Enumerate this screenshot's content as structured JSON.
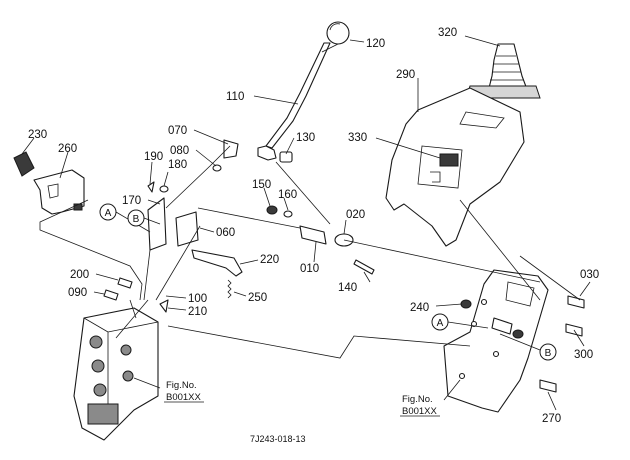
{
  "labels": {
    "p120": "120",
    "p320": "320",
    "p290": "290",
    "p110": "110",
    "p330": "330",
    "p230": "230",
    "p260": "260",
    "p070": "070",
    "p080": "080",
    "p130": "130",
    "p190": "190",
    "p180": "180",
    "p150": "150",
    "p160": "160",
    "p170": "170",
    "p020": "020",
    "p060": "060",
    "p220": "220",
    "p010": "010",
    "p200": "200",
    "p140": "140",
    "p030": "030",
    "p090": "090",
    "p100": "100",
    "p250": "250",
    "p210": "210",
    "p240": "240",
    "p300": "300",
    "p270": "270"
  },
  "callouts": {
    "a": "A",
    "b": "B"
  },
  "refs": {
    "left_title": "Fig.No.",
    "left_code": "B001XX",
    "right_title": "Fig.No.",
    "right_code": "B001XX"
  },
  "drawing_code": "7J243-018-13"
}
